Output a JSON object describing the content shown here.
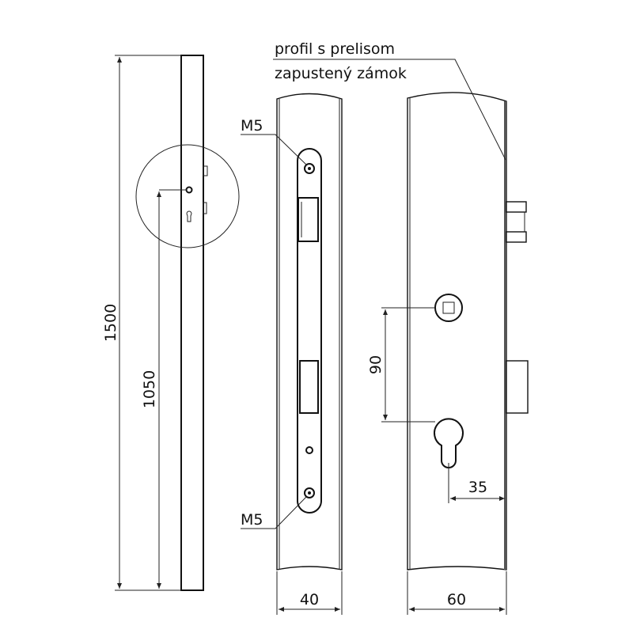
{
  "labels": {
    "profile_line1": "profil s prelisom",
    "profile_line2": "zapustený zámok",
    "screw_top": "M5",
    "screw_bottom": "M5"
  },
  "dimensions": {
    "total_height": "1500",
    "lock_height": "1050",
    "faceplate_width": "40",
    "profile_width": "60",
    "handle_to_cylinder": "90",
    "backset": "35"
  },
  "colors": {
    "line": "#111111",
    "background": "#ffffff"
  }
}
